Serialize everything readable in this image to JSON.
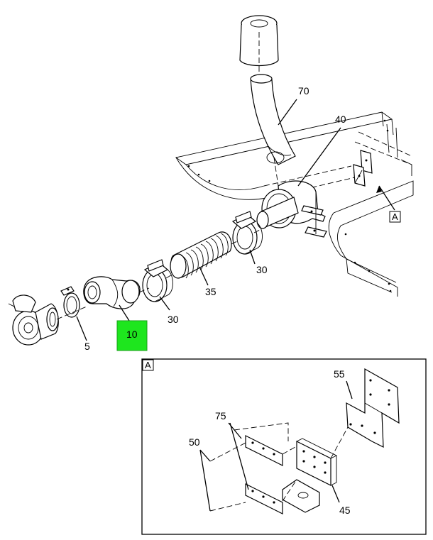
{
  "callouts": {
    "c70": "70",
    "c40": "40",
    "cA_ref": "A",
    "c30_right": "30",
    "c35": "35",
    "c30_left": "30",
    "c10": "10",
    "c5": "5"
  },
  "detail": {
    "title": "A",
    "c55": "55",
    "c75": "75",
    "c50": "50",
    "c45": "45"
  },
  "colors": {
    "highlight": "#1ee61e",
    "line": "#000000",
    "background": "#ffffff"
  }
}
